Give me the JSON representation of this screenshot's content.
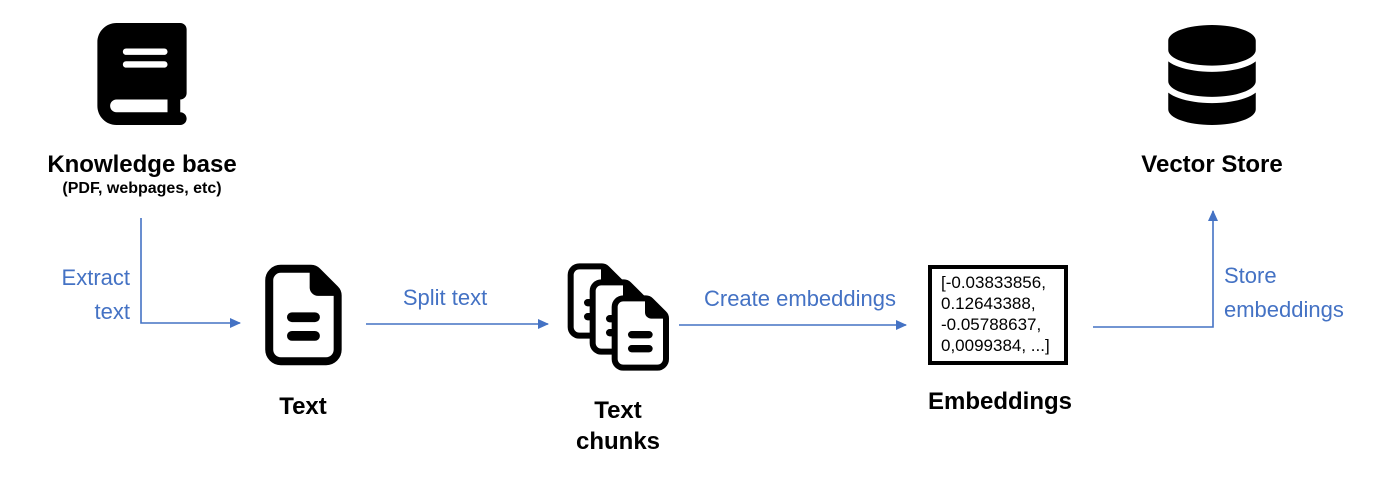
{
  "diagram": {
    "colors": {
      "edge_blue": "#4472C4",
      "icon_black": "#000000"
    },
    "nodes": {
      "knowledge_base": {
        "icon": "book-icon",
        "label": "Knowledge base",
        "sublabel": "(PDF, webpages, etc)"
      },
      "text": {
        "icon": "document-icon",
        "label": "Text"
      },
      "text_chunks": {
        "icon": "document-stack-icon",
        "label_lines": [
          "Text",
          "chunks"
        ]
      },
      "embeddings": {
        "label": "Embeddings",
        "vector_preview_lines": [
          "[-0.03833856,",
          "0.12643388,",
          "-0.05788637,",
          "0,0099384, ...]"
        ]
      },
      "vector_store": {
        "icon": "database-icon",
        "label": "Vector Store"
      }
    },
    "edges": {
      "extract_text": {
        "label_lines": [
          "Extract",
          "text"
        ]
      },
      "split_text": {
        "label": "Split text"
      },
      "create_embeddings": {
        "label": "Create embeddings"
      },
      "store_embeddings": {
        "label_lines": [
          "Store",
          "embeddings"
        ]
      }
    }
  }
}
